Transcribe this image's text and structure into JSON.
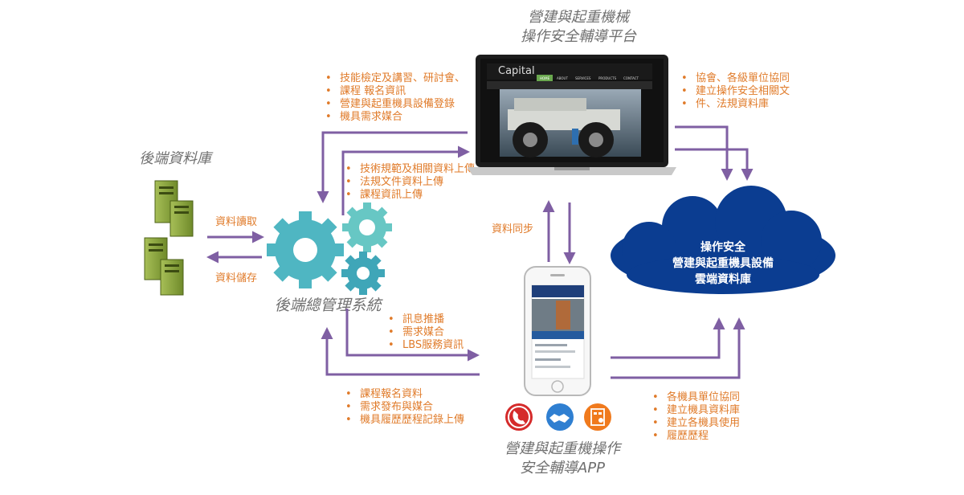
{
  "titles": {
    "platform": [
      "營建與起重機械",
      "操作安全輔導平台"
    ],
    "backend_db": "後端資料庫",
    "backend_system": "後端總管理系統",
    "app": [
      "營建與起重機操作",
      "安全輔導APP"
    ]
  },
  "cloud": {
    "lines": [
      "操作安全",
      "營建與起重機具設備",
      "雲端資料庫"
    ]
  },
  "labels": {
    "read": "資料讀取",
    "store": "資料儲存",
    "sync": "資料同步"
  },
  "lists": {
    "top_left": [
      "技能檢定及講習、研討會、",
      "課程 報名資訊",
      "營建與起重機具設備登錄",
      "機具需求媒合"
    ],
    "top_right": [
      "協會、各級單位協同",
      "建立操作安全相關文",
      "件、法規資料庫"
    ],
    "mid": [
      "技術規範及相關資料上傳",
      "法規文件資料上傳",
      "課程資訊上傳"
    ],
    "app_in": [
      "訊息推播",
      "需求媒合",
      "LBS服務資訊"
    ],
    "bottom_left": [
      "課程報名資料",
      "需求發布與媒合",
      "機具履歷歷程記錄上傳"
    ],
    "bottom_right": [
      "各機具單位協同",
      "建立機具資料庫",
      "建立各機具使用",
      "履歷歷程"
    ]
  },
  "website": {
    "logo": "Capital",
    "nav": [
      "HOME",
      "ABOUT",
      "SERVICES",
      "PRODUCTS",
      "CONTACT"
    ]
  },
  "colors": {
    "arrow": "#7f5fa3",
    "orange": "#e07b2a",
    "cloud": "#0b3d91",
    "gear": "#4fb6c2"
  }
}
